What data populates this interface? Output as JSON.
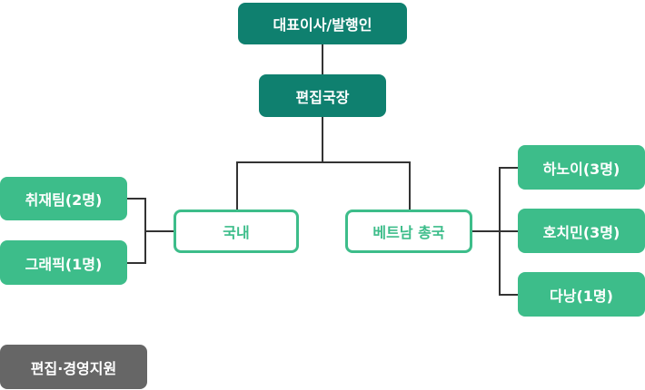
{
  "nodes": {
    "ceo": "대표이사/발행인",
    "editor_in_chief": "편집국장",
    "domestic": "국내",
    "vietnam": "베트남 총국",
    "reporting_team": "취재팀(2명)",
    "graphics": "그래픽(1명)",
    "hanoi": "하노이(3명)",
    "hochiminh": "호치민(3명)",
    "danang": "다낭(1명)",
    "support": "편집·경영지원"
  },
  "colors": {
    "dark": "#0f806f",
    "green": "#3dbd8a",
    "gray": "#666666",
    "line": "#333333"
  }
}
